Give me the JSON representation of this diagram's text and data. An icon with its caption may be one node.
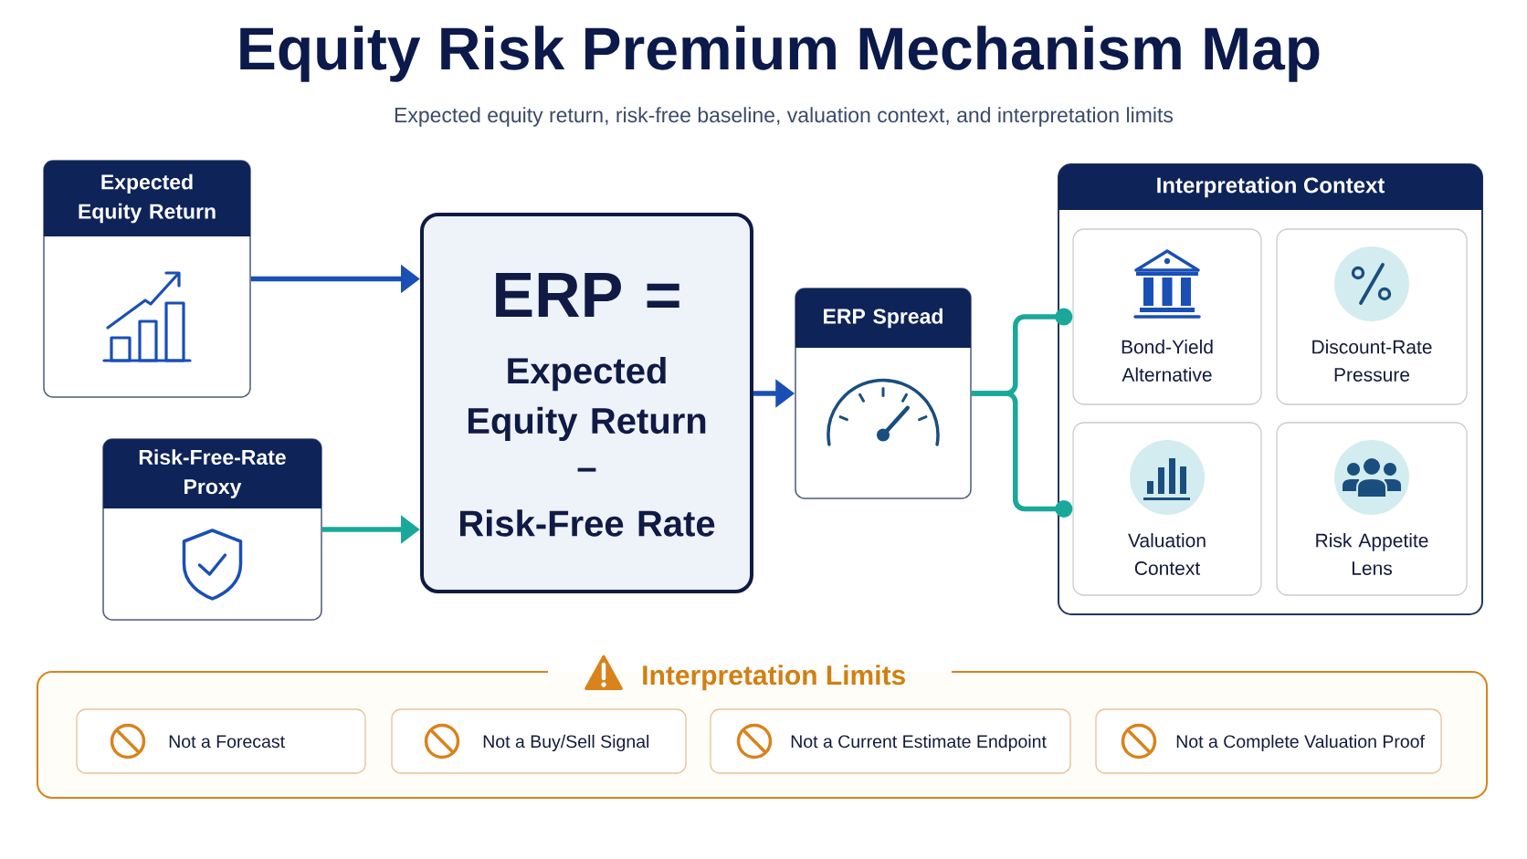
{
  "diagram": {
    "title": "Equity Risk Premium Mechanism Map",
    "nodes": [
      {
        "text": [
          "Expected Equity Return"
        ]
      },
      {
        "text": [
          "Risk-Free-Rate Proxy"
        ]
      },
      {
        "text": [
          "ERP =",
          "Expected Equity Return",
          "–",
          "Risk-Free Rate"
        ]
      },
      {
        "text": [
          "ERP Spread"
        ]
      },
      {
        "text": [
          "Interpretation Context"
        ]
      },
      {
        "text": [
          "Bond-Yield Alternative"
        ],
        "in": 4
      },
      {
        "text": [
          "Discount-Rate Pressure"
        ],
        "in": 4
      },
      {
        "text": [
          "Valuation Context"
        ],
        "in": 4
      },
      {
        "text": [
          "Risk Appetite Lens"
        ],
        "in": 4
      },
      {
        "text": [
          "Interpretation Limits"
        ]
      },
      {
        "text": [
          "Not a Forecast"
        ],
        "in": 9
      },
      {
        "text": [
          "Not a Buy/Sell Signal"
        ],
        "in": 9
      },
      {
        "text": [
          "Not a Current Estimate Endpoint"
        ],
        "in": 9
      },
      {
        "text": [
          "Not a Complete Valuation Proof"
        ],
        "in": 9
      }
    ],
    "edges": [
      {
        "from": 0,
        "to": 2,
        "arrow": "to",
        "color": "#1a4fb5"
      },
      {
        "from": 1,
        "to": 2,
        "arrow": "to"
      },
      {
        "from": 2,
        "to": 3,
        "arrow": "to",
        "color": "#1a4fb5"
      },
      {
        "from": 3,
        "to": 5,
        "arrow": "other"
      },
      {
        "from": 3,
        "to": 7,
        "arrow": "other"
      }
    ],
    "labels": [
      "Expected equity return, risk-free baseline, valuation context, and interpretation limits"
    ]
  }
}
